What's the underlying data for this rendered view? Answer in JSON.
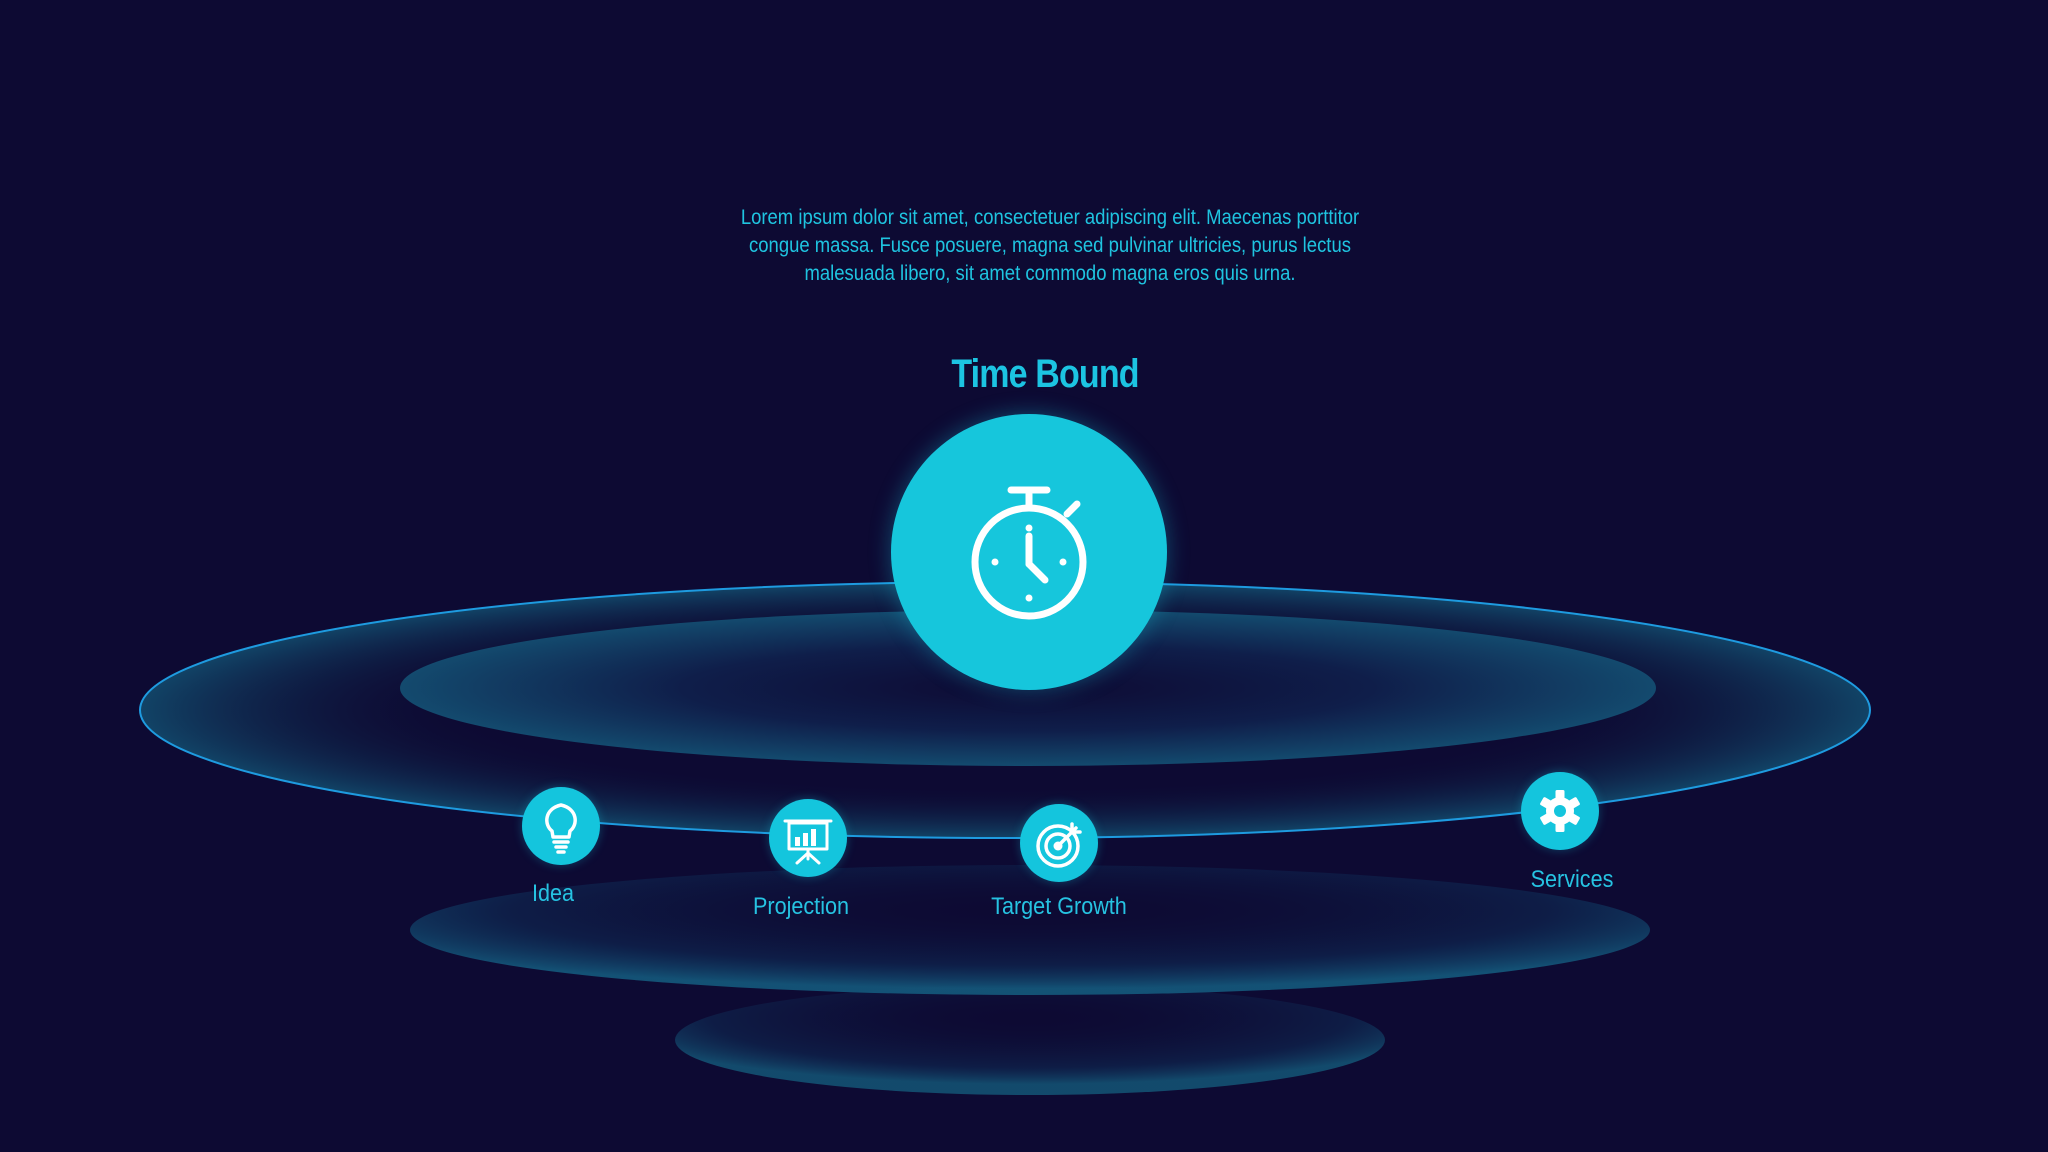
{
  "intro_text": "Lorem ipsum dolor sit amet, consectetuer adipiscing elit. Maecenas porttitor congue massa. Fusce posuere, magna sed pulvinar ultricies, purus lectus malesuada libero, sit amet commodo magna eros quis urna.",
  "hub": {
    "title": "Time Bound",
    "icon": "stopwatch-icon"
  },
  "items": [
    {
      "label": "Idea",
      "icon": "lightbulb-icon"
    },
    {
      "label": "Projection",
      "icon": "presentation-chart-icon"
    },
    {
      "label": "Target Growth",
      "icon": "target-icon"
    },
    {
      "label": "Services",
      "icon": "gear-icon"
    }
  ],
  "colors": {
    "background": "#0d0a33",
    "accent": "#16c6dc",
    "ring": "#1e9be0",
    "text": "#26c3e2"
  }
}
